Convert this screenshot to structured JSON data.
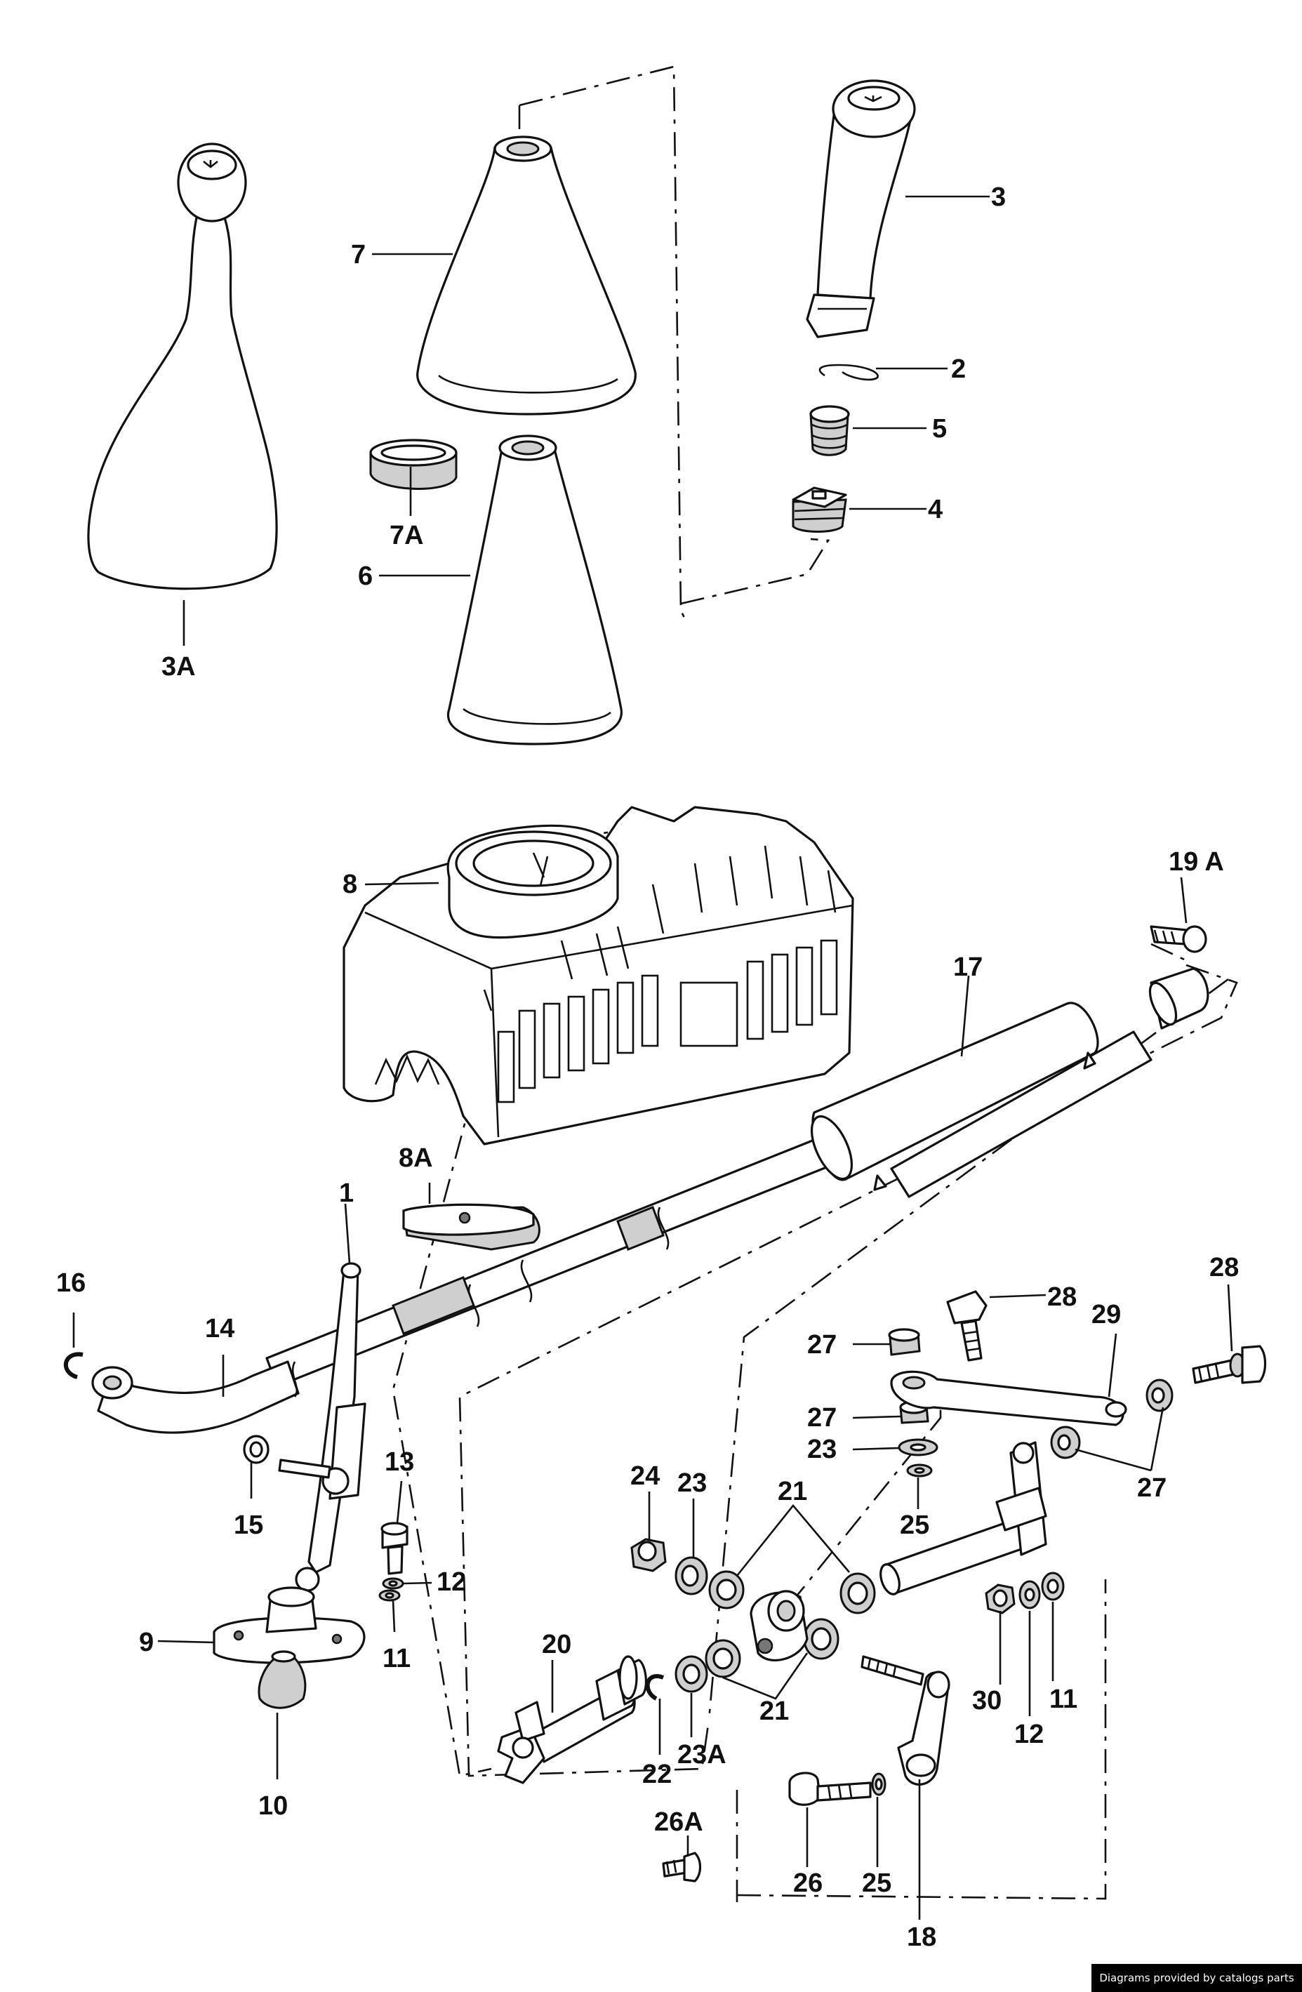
{
  "labels": {
    "p1": "1",
    "p2": "2",
    "p3": "3",
    "p3A": "3A",
    "p4": "4",
    "p5": "5",
    "p6": "6",
    "p7": "7",
    "p7A": "7A",
    "p8": "8",
    "p8A": "8A",
    "p9": "9",
    "p10": "10",
    "p11a": "11",
    "p11b": "11",
    "p12a": "12",
    "p12b": "12",
    "p13": "13",
    "p14": "14",
    "p15": "15",
    "p16": "16",
    "p17": "17",
    "p18": "18",
    "p19A": "19 A",
    "p20": "20",
    "p21a": "21",
    "p21b": "21",
    "p22": "22",
    "p23a": "23",
    "p23b": "23",
    "p23A": "23A",
    "p24": "24",
    "p25a": "25",
    "p25b": "25",
    "p26": "26",
    "p26A": "26A",
    "p27a": "27",
    "p27b": "27",
    "p27c": "27",
    "p28a": "28",
    "p28b": "28",
    "p29": "29",
    "p30": "30"
  },
  "credit": "Diagrams provided by catalogs parts"
}
